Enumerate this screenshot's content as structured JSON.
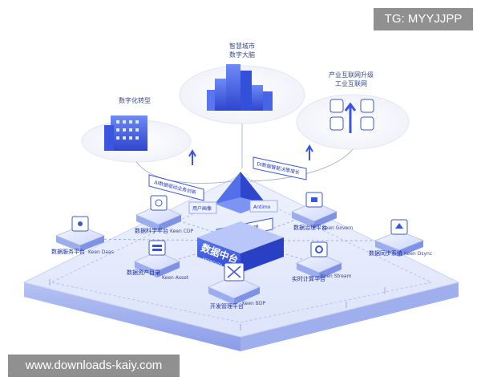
{
  "watermarks": {
    "top_right": "TG: MYYJJPP",
    "bottom_left": "www.downloads-kaiy.com"
  },
  "callouts": {
    "smart_city": [
      "智慧城市",
      "数字大脑"
    ],
    "digital_transform": "数字化转型",
    "industrial_internet": [
      "产业互联网升级",
      "工业互联网"
    ]
  },
  "tags": {
    "ai": "AI数据驱动业务创新",
    "di": "DI数据智能决策增长",
    "bi": "BI业务精细化管理",
    "user": "用户画像",
    "reco": "Antimo"
  },
  "core": {
    "title": "数据中台",
    "subtitle": "KEENDATA"
  },
  "modules": {
    "daas": {
      "cn": "数据服务平台",
      "en": "Keen Daas"
    },
    "cdp": {
      "cn": "数据科学平台",
      "en": "Keen CDP"
    },
    "govern": {
      "cn": "数据治理平台",
      "en": "Keen Govern"
    },
    "dsync": {
      "cn": "数据同步系统",
      "en": "Keen Dsync"
    },
    "asset": {
      "cn": "数据资产目录",
      "en": "Keen Asset"
    },
    "stream": {
      "cn": "实时计算平台",
      "en": "Keen Stream"
    },
    "bdp": {
      "cn": "开发管理平台",
      "en": "Keen BDP"
    }
  },
  "colors": {
    "primary": "#3a55e0",
    "deep": "#2338b8",
    "light": "#aebaf5",
    "base_top": "#e8edfc",
    "line": "#7f8fd0"
  }
}
